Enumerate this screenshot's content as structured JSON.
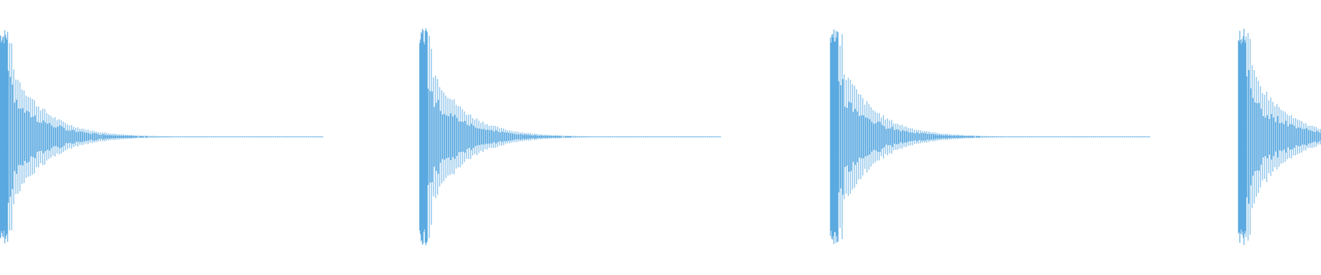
{
  "waveform": {
    "color": "#5aa9e0",
    "background": "#ffffff",
    "hit_count": 4,
    "hits": [
      {
        "index": 1,
        "peak_amplitude": 1.0,
        "decay": "exponential",
        "tail": "flat"
      },
      {
        "index": 2,
        "peak_amplitude": 1.0,
        "decay": "exponential",
        "tail": "flat"
      },
      {
        "index": 3,
        "peak_amplitude": 1.0,
        "decay": "exponential",
        "tail": "flat"
      },
      {
        "index": 4,
        "peak_amplitude": 1.0,
        "decay": "exponential",
        "tail": "cut-off"
      }
    ]
  }
}
